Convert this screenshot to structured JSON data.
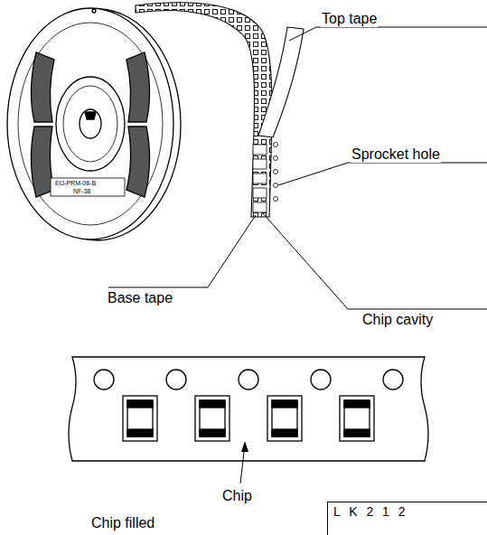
{
  "diagram": {
    "nodes": [
      {
        "text": [
          "L K 2 1 2"
        ]
      }
    ],
    "labels": [
      "Top tape",
      "Sprocket hole",
      "Base tape",
      "Chip cavity",
      "Chip filled",
      "Chip",
      "EIJ-PRM-08-B",
      "NF-38"
    ]
  }
}
